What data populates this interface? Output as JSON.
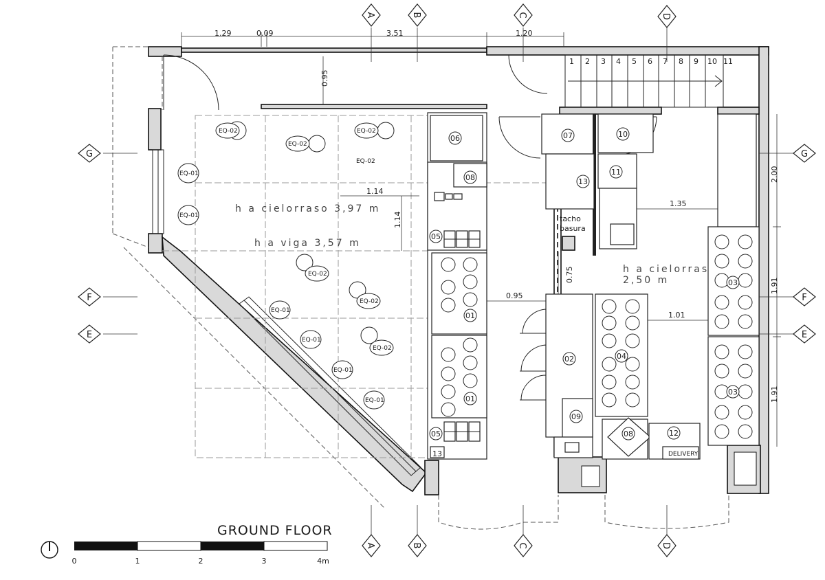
{
  "title": "GROUND FLOOR",
  "scale": {
    "ticks": [
      "0",
      "1",
      "2",
      "3",
      "4m"
    ]
  },
  "axes": {
    "A": "A",
    "B": "B",
    "C": "C",
    "D": "D",
    "E": "E",
    "F": "F",
    "G": "G"
  },
  "dimensions": {
    "d129": "1.29",
    "d009": "0.09",
    "d351": "3.51",
    "d120": "1.20",
    "d095v": "0.95",
    "d114h": "1.14",
    "d114v": "1.14",
    "d135": "1.35",
    "d200": "2.00",
    "d191a": "1.91",
    "d191b": "1.91",
    "d095h": "0.95",
    "d075": "0.75",
    "d101": "1.01"
  },
  "notes": {
    "ceiling1": "h a cielorraso 3,97 m",
    "beam": "h a viga 3,57 m",
    "ceiling2a": "h a cielorraso",
    "ceiling2b": "2,50 m",
    "trash1": "tacho",
    "trash2": "basura",
    "delivery": "DELIVERY"
  },
  "stairs": [
    "1",
    "2",
    "3",
    "4",
    "5",
    "6",
    "7",
    "8",
    "9",
    "10",
    "11"
  ],
  "eq": {
    "eq02a": "EQ-02",
    "eq02b": "EQ-02",
    "eq02c": "EQ-02",
    "eq02d": "EQ-02",
    "eq02e": "EQ-02",
    "eq02f": "EQ-02",
    "eq02g": "EQ-02",
    "eq01a": "EQ-01",
    "eq01b": "EQ-01",
    "eq01c": "EQ-01",
    "eq01d": "EQ-01",
    "eq01e": "EQ-01",
    "eq01f": "EQ-01"
  },
  "tags": {
    "t06": "06",
    "t08a": "08",
    "t05a": "05",
    "t01a": "01",
    "t01b": "01",
    "t05b": "05",
    "t13a": "13",
    "t07": "07",
    "t10": "10",
    "t11": "11",
    "t13b": "13",
    "t02": "02",
    "t09": "09",
    "t04": "04",
    "t08b": "08",
    "t12": "12",
    "t03a": "03",
    "t03b": "03"
  }
}
